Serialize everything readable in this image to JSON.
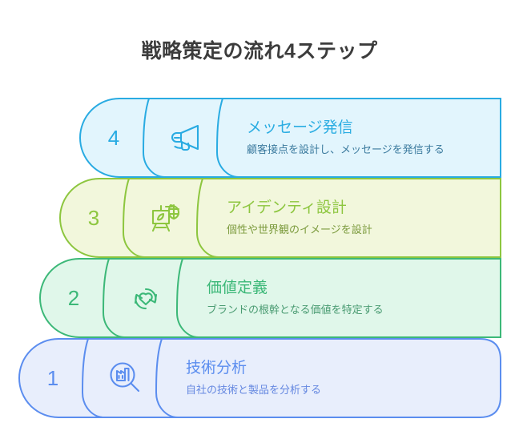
{
  "header": {
    "title": "戦略策定の流れ4ステップ",
    "title_color": "#3c3c3c"
  },
  "steps": [
    {
      "number": "4",
      "title": "メッセージ発信",
      "description": "顧客接点を設計し、メッセージを発信する",
      "icon": "megaphone-icon",
      "stroke_color": "#29abe2",
      "fill_color": "#e2f5fd",
      "title_color": "#2badE2",
      "desc_color": "#3b7a9e",
      "number_color": "#29abe2"
    },
    {
      "number": "3",
      "title": "アイデンティ設計",
      "description": "個性や世界観のイメージを設計",
      "icon": "easel-design-icon",
      "stroke_color": "#8dc63f",
      "fill_color": "#f2f7dc",
      "title_color": "#8dc63f",
      "desc_color": "#7c9b3e",
      "number_color": "#8dc63f"
    },
    {
      "number": "2",
      "title": "価値定義",
      "description": "ブランドの根幹となる価値を特定する",
      "icon": "heart-cycle-icon",
      "stroke_color": "#3cb878",
      "fill_color": "#e0f7ea",
      "title_color": "#3cb878",
      "desc_color": "#4a9b72",
      "number_color": "#3cb878"
    },
    {
      "number": "1",
      "title": "技術分析",
      "description": "自社の技術と製品を分析する",
      "icon": "factory-magnifier-icon",
      "stroke_color": "#5b8def",
      "fill_color": "#e8eefc",
      "title_color": "#5b8def",
      "desc_color": "#6487e0",
      "number_color": "#5b8def"
    }
  ]
}
